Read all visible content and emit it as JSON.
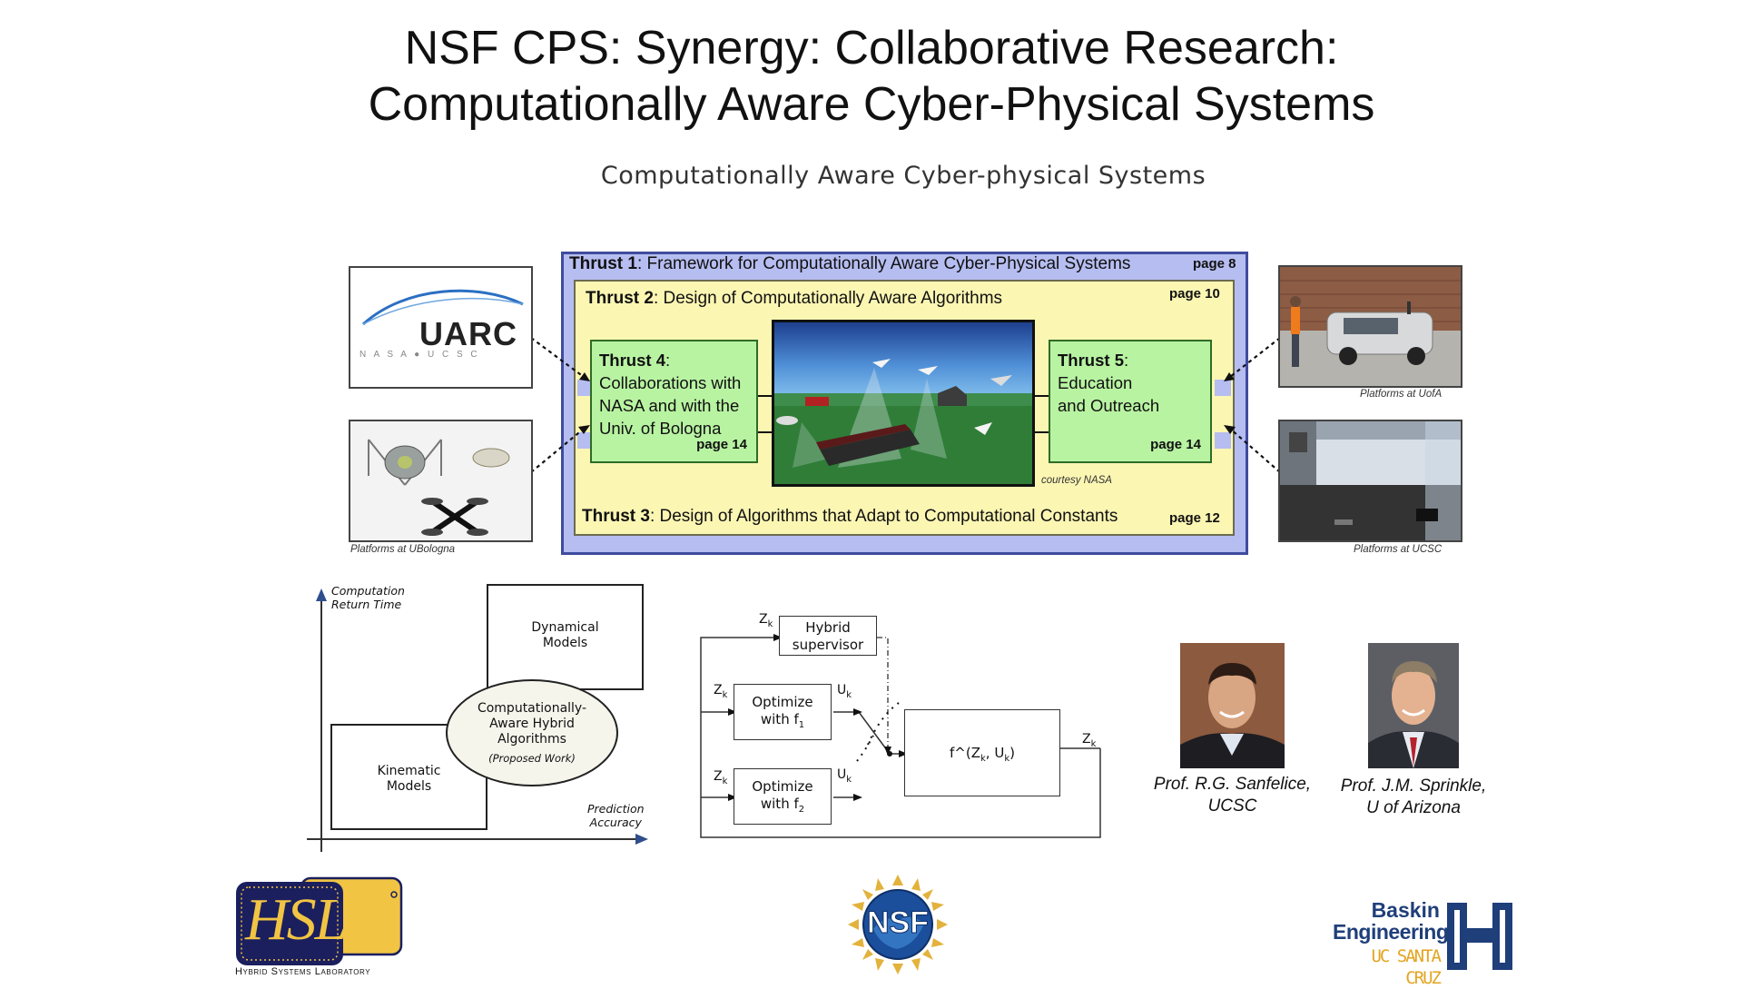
{
  "slide": {
    "title_line1": "NSF CPS: Synergy: Collaborative Research:",
    "title_line2": "Computationally Aware Cyber-Physical Systems",
    "subtitle": "Computationally Aware Cyber-physical Systems"
  },
  "thrusts": {
    "t1": {
      "label": "Thrust 1",
      "text": ": Framework for Computationally Aware Cyber-Physical Systems",
      "page": "page 8"
    },
    "t2": {
      "label": "Thrust 2",
      "text": ": Design of Computationally Aware Algorithms",
      "page": "page 10"
    },
    "t3": {
      "label": "Thrust 3",
      "text": ": Design of Algorithms that Adapt to Computational Constants",
      "page": "page 12"
    },
    "t4": {
      "label": "Thrust 4",
      "text_lines": [
        ":",
        "Collaborations with",
        "NASA and with the",
        "Univ. of Bologna"
      ],
      "page": "page 14"
    },
    "t5": {
      "label": "Thrust 5",
      "text_lines": [
        ":",
        "Education",
        "and Outreach"
      ],
      "page": "page 14"
    },
    "courtesy": "courtesy NASA"
  },
  "platforms": {
    "uarc_logo": "UARC",
    "uarc_sub": "N A S A ● U C S C",
    "ubologna_caption": "Platforms at UBologna",
    "uofa_caption": "Platforms at UofA",
    "ucsc_caption": "Platforms at UCSC"
  },
  "tradeoff": {
    "y_axis": [
      "Computation",
      "Return Time"
    ],
    "x_axis": [
      "Prediction",
      "Accuracy"
    ],
    "dynamical": [
      "Dynamical",
      "Models"
    ],
    "kinematic": [
      "Kinematic",
      "Models"
    ],
    "hybrid": [
      "Computationally-",
      "Aware Hybrid",
      "Algorithms"
    ],
    "proposed": "(Proposed Work)"
  },
  "block_diagram": {
    "z": "Z",
    "k": "k",
    "u": "U",
    "supervisor": [
      "Hybrid",
      "supervisor"
    ],
    "opt1": [
      "Optimize",
      "with f"
    ],
    "opt1_sub": "1",
    "opt2": [
      "Optimize",
      "with f"
    ],
    "opt2_sub": "2",
    "plant_pre": "f^(Z",
    "plant_mid": ", U",
    "plant_post": ")"
  },
  "people": [
    {
      "name": "Prof. R.G. Sanfelice,",
      "affil": "UCSC"
    },
    {
      "name": "Prof. J.M. Sprinkle,",
      "affil": "U of Arizona"
    }
  ],
  "logos": {
    "hsl": "HSL",
    "hsl_caption": "Hybrid Systems Laboratory",
    "nsf": "NSF",
    "baskin1": "Baskin",
    "baskin2": "Engineering",
    "ucsc": "UC SANTA CRUZ"
  },
  "colors": {
    "outer_fill": "#b6bdf0",
    "inner_fill": "#fcf6b3",
    "green_fill": "#b8f3a2",
    "baskin_blue": "#1f3f7a",
    "ucsc_gold": "#e3a521",
    "hsl_gold": "#f1c443",
    "hsl_navy": "#1b1f5e"
  }
}
